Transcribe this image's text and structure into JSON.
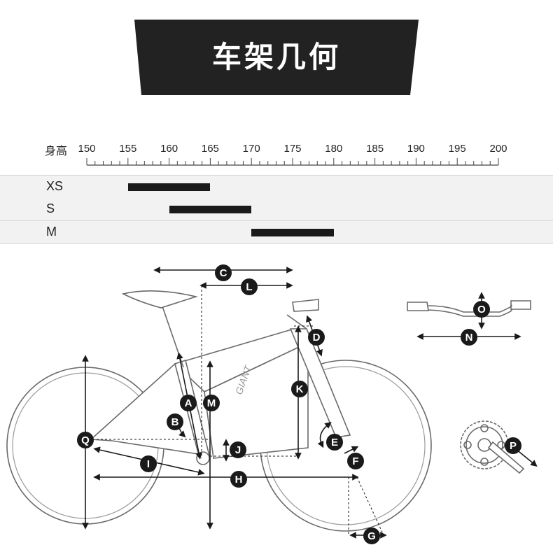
{
  "title": "车架几何",
  "height_scale": {
    "label": "身高",
    "ticks": [
      "150",
      "155",
      "160",
      "165",
      "170",
      "175",
      "180",
      "185",
      "190",
      "195",
      "200"
    ],
    "min": 150,
    "max": 200
  },
  "sizes": [
    {
      "label": "XS",
      "from": 155,
      "to": 165
    },
    {
      "label": "S",
      "from": 160,
      "to": 170
    },
    {
      "label": "M",
      "from": 170,
      "to": 180
    }
  ],
  "diagram": {
    "frame_brand": "GIANT",
    "dimensions": [
      "A",
      "B",
      "C",
      "D",
      "E",
      "F",
      "G",
      "H",
      "I",
      "J",
      "K",
      "L",
      "M",
      "N",
      "O",
      "P",
      "Q"
    ]
  },
  "colors": {
    "banner": "#222222",
    "bar": "#1a1a1a",
    "badge": "#1a1a1a",
    "row_bg": "#f2f2f2"
  }
}
